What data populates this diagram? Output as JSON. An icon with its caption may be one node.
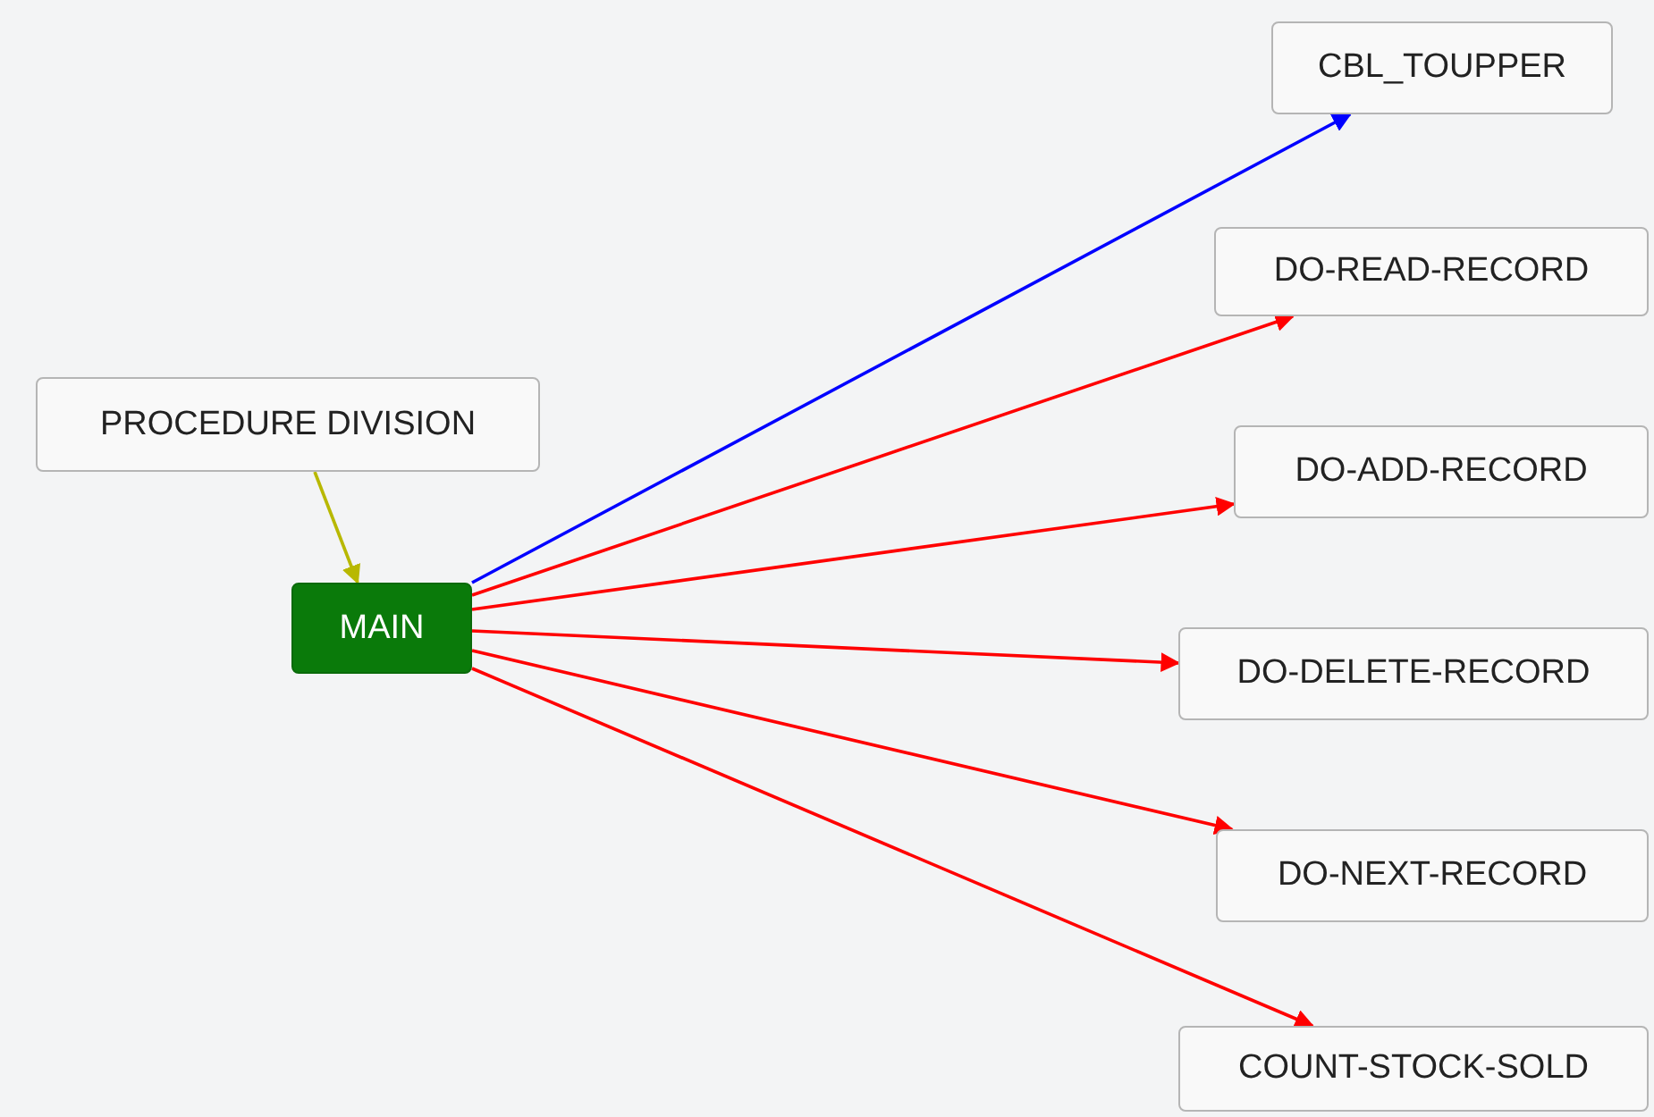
{
  "diagram": {
    "nodes": [
      {
        "text": [
          "PROCEDURE DIVISION"
        ]
      },
      {
        "text": [
          "MAIN"
        ]
      },
      {
        "text": [
          "CBL_TOUPPER"
        ]
      },
      {
        "text": [
          "DO-READ-RECORD"
        ]
      },
      {
        "text": [
          "DO-ADD-RECORD"
        ]
      },
      {
        "text": [
          "DO-DELETE-RECORD"
        ]
      },
      {
        "text": [
          "DO-NEXT-RECORD"
        ]
      },
      {
        "text": [
          "COUNT-STOCK-SOLD"
        ]
      }
    ],
    "edges": [
      {
        "from": 0,
        "to": 1,
        "arrow": "to",
        "color": "#b8b800"
      },
      {
        "from": 1,
        "to": 2,
        "arrow": "to",
        "color": "#0000ff"
      },
      {
        "from": 1,
        "to": 3,
        "arrow": "to"
      },
      {
        "from": 1,
        "to": 4,
        "arrow": "to"
      },
      {
        "from": 1,
        "to": 5,
        "arrow": "to"
      },
      {
        "from": 1,
        "to": 6,
        "arrow": "to"
      },
      {
        "from": 1,
        "to": 7,
        "arrow": "to"
      }
    ]
  }
}
